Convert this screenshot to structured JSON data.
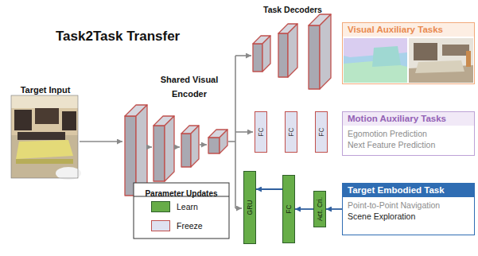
{
  "diagram": {
    "title": "Task2Task Transfer",
    "nodes": [
      {
        "text": [
          "Visual Auxiliary Tasks"
        ]
      },
      {
        "text": [
          "Motion Auxiliary Tasks",
          "Egomotion Prediction",
          "Next Feature Prediction"
        ]
      },
      {
        "text": [
          "Target Embodied Task",
          "Point-to-Point Navigation",
          "Scene Exploration"
        ]
      },
      {
        "text": [
          "FC"
        ]
      },
      {
        "text": [
          "FC"
        ]
      },
      {
        "text": [
          "FC"
        ]
      },
      {
        "text": [
          "GRU"
        ]
      },
      {
        "text": [
          "FC"
        ]
      },
      {
        "text": [
          "Act. Cri."
        ]
      }
    ],
    "edges": [
      {
        "from": 2,
        "to": 8,
        "arrow": "to"
      },
      {
        "from": 8,
        "to": 7,
        "arrow": "to"
      },
      {
        "from": 7,
        "to": 6,
        "arrow": "to"
      }
    ],
    "labels": [
      "Target Input",
      "Shared Visual Encoder",
      "Task Decoders",
      "Parameter Updates"
    ],
    "legend": [
      {
        "text": "Learn",
        "color": "#67ad48"
      },
      {
        "text": "Freeze"
      }
    ]
  }
}
